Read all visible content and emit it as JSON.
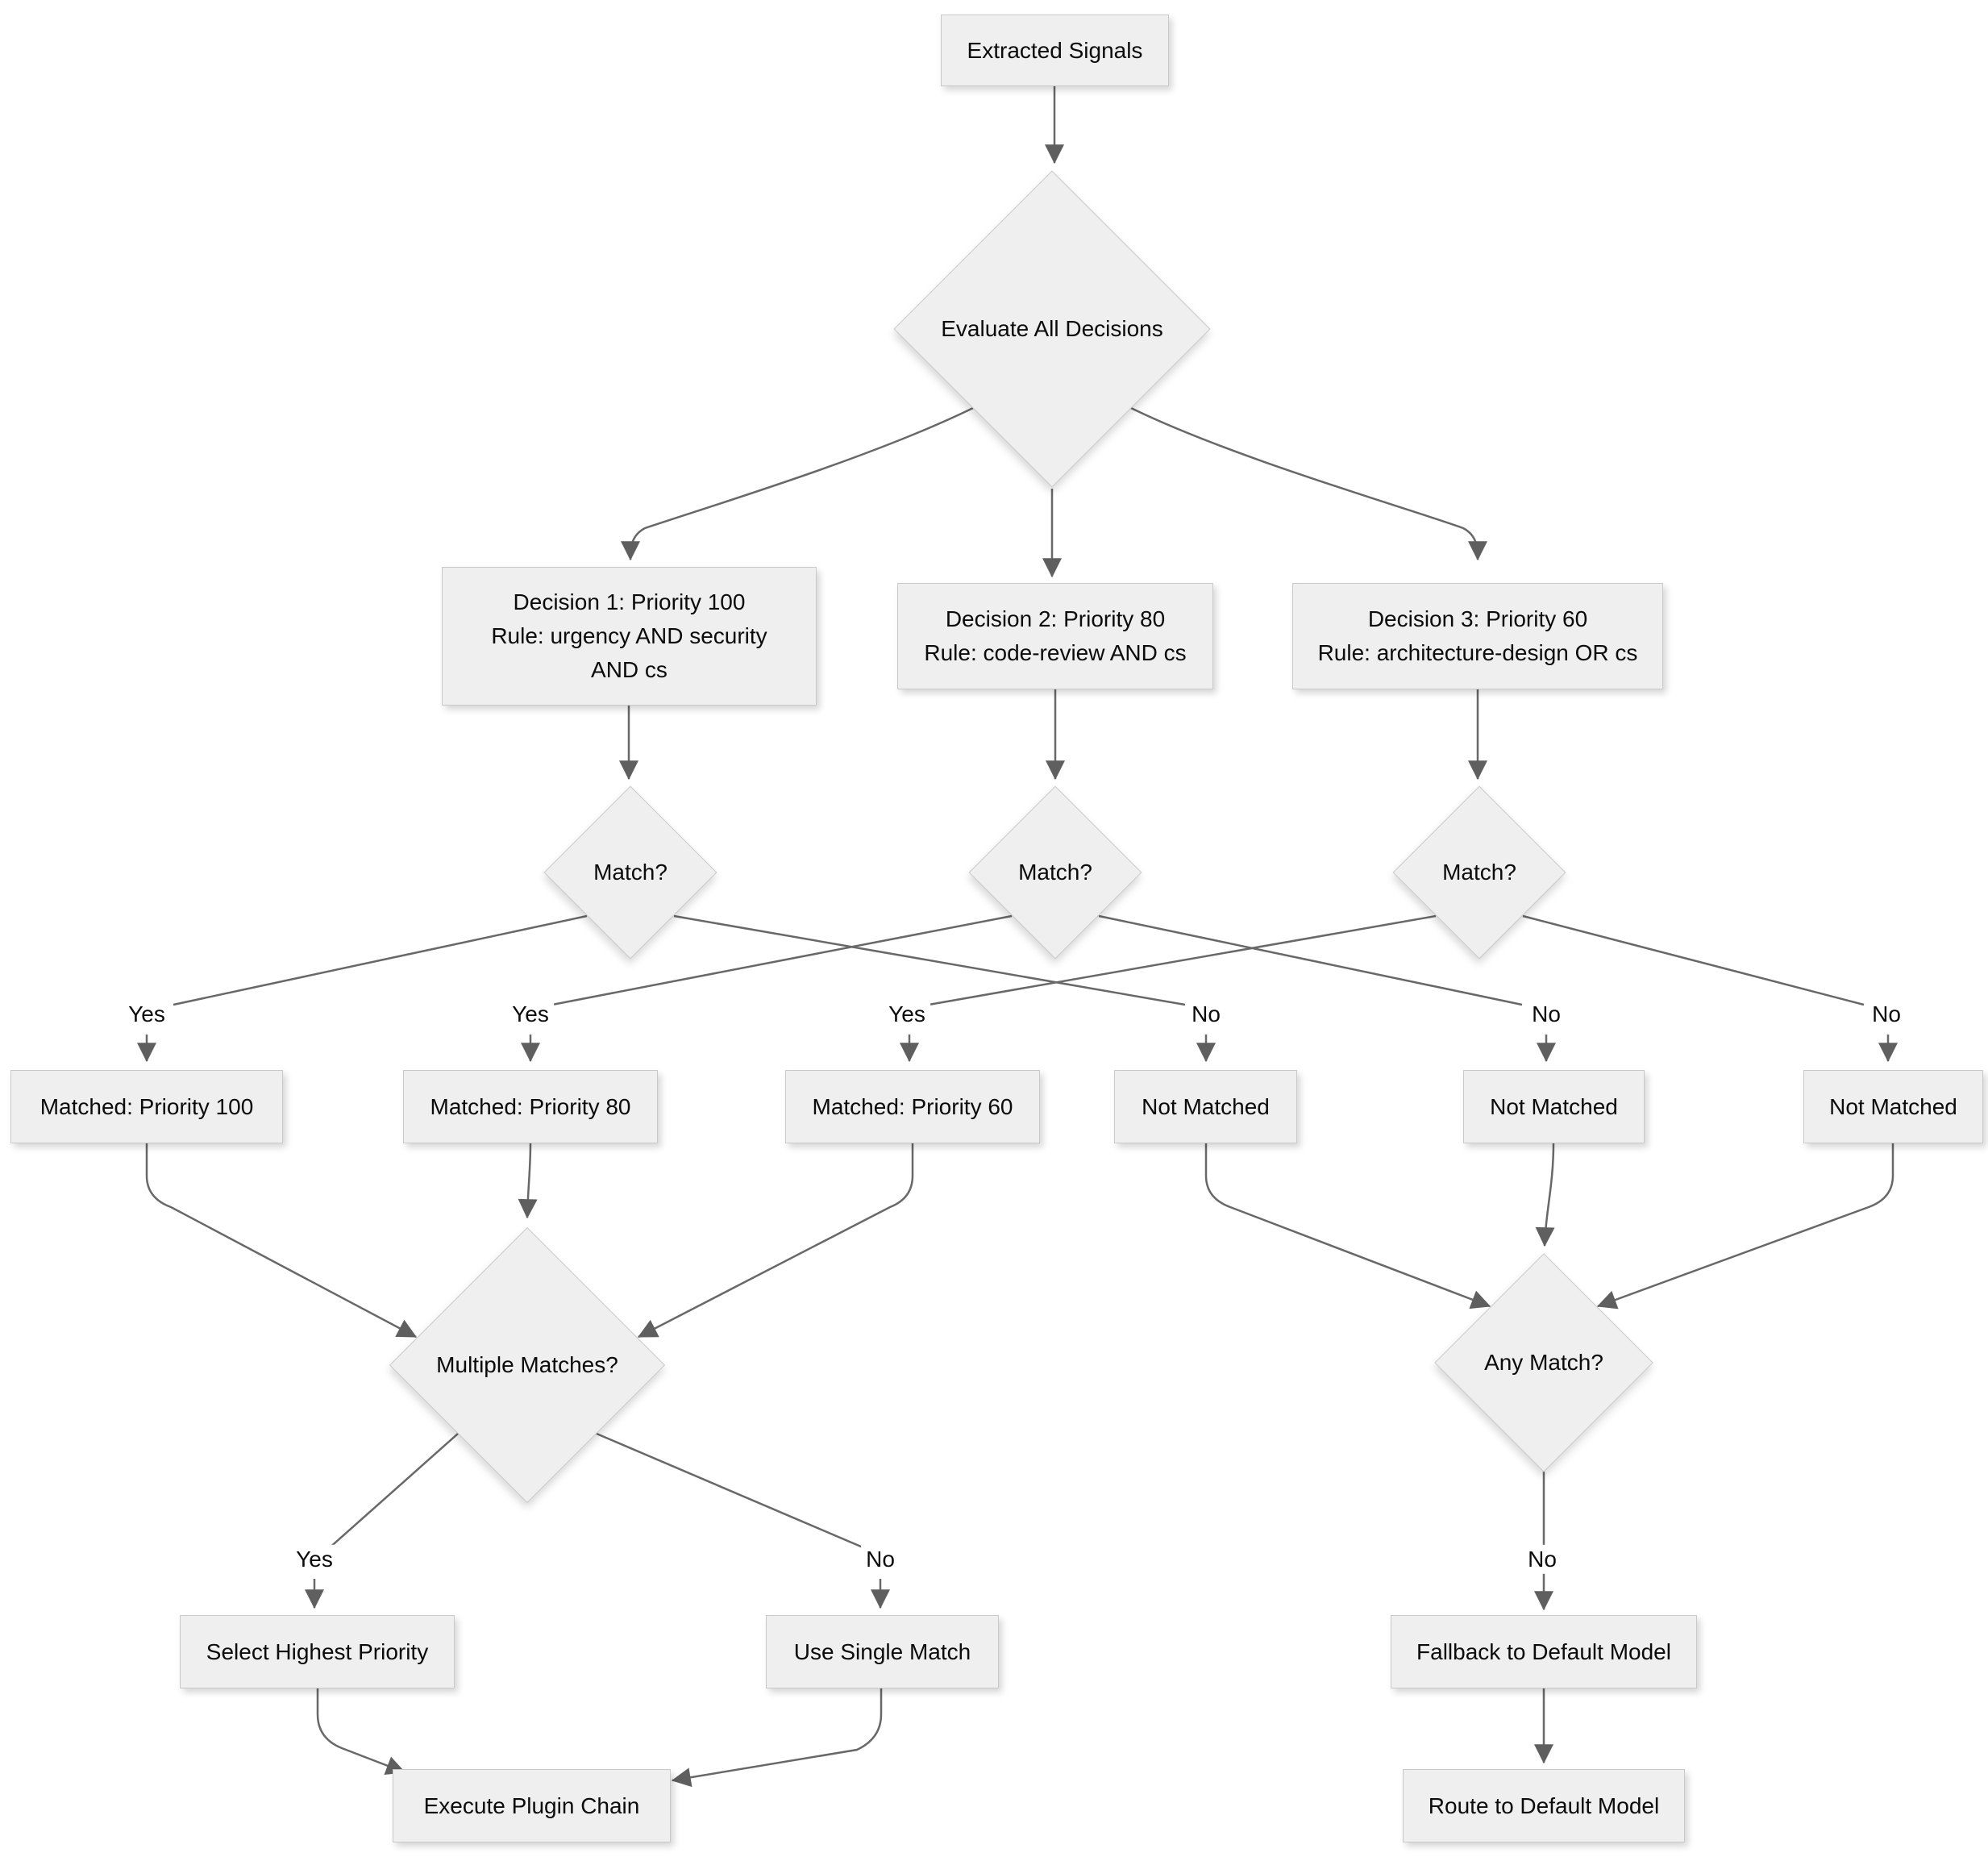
{
  "diagram": {
    "type": "flowchart",
    "nodes": {
      "extracted": {
        "label": "Extracted Signals"
      },
      "evaluate": {
        "label": "Evaluate All Decisions"
      },
      "decision1": {
        "line1": "Decision 1: Priority 100",
        "line2": "Rule: urgency AND security",
        "line3": "AND cs"
      },
      "decision2": {
        "line1": "Decision 2: Priority 80",
        "line2": "Rule: code-review AND cs"
      },
      "decision3": {
        "line1": "Decision 3: Priority 60",
        "line2": "Rule: architecture-design OR cs"
      },
      "match1": {
        "label": "Match?"
      },
      "match2": {
        "label": "Match?"
      },
      "match3": {
        "label": "Match?"
      },
      "matched100": {
        "label": "Matched: Priority 100"
      },
      "matched80": {
        "label": "Matched: Priority 80"
      },
      "matched60": {
        "label": "Matched: Priority 60"
      },
      "notMatched1": {
        "label": "Not Matched"
      },
      "notMatched2": {
        "label": "Not Matched"
      },
      "notMatched3": {
        "label": "Not Matched"
      },
      "multipleMatches": {
        "label": "Multiple Matches?"
      },
      "anyMatch": {
        "label": "Any Match?"
      },
      "selectHighest": {
        "label": "Select Highest Priority"
      },
      "useSingle": {
        "label": "Use Single Match"
      },
      "fallback": {
        "label": "Fallback to Default Model"
      },
      "executeChain": {
        "label": "Execute Plugin Chain"
      },
      "routeDefault": {
        "label": "Route to Default Model"
      }
    },
    "edge_labels": {
      "m1_yes": "Yes",
      "m2_yes": "Yes",
      "m3_yes": "Yes",
      "m1_no": "No",
      "m2_no": "No",
      "m3_no": "No",
      "multi_yes": "Yes",
      "multi_no": "No",
      "any_no": "No"
    },
    "edges": [
      {
        "from": "extracted",
        "to": "evaluate",
        "label": ""
      },
      {
        "from": "evaluate",
        "to": "decision1",
        "label": ""
      },
      {
        "from": "evaluate",
        "to": "decision2",
        "label": ""
      },
      {
        "from": "evaluate",
        "to": "decision3",
        "label": ""
      },
      {
        "from": "decision1",
        "to": "match1",
        "label": ""
      },
      {
        "from": "decision2",
        "to": "match2",
        "label": ""
      },
      {
        "from": "decision3",
        "to": "match3",
        "label": ""
      },
      {
        "from": "match1",
        "to": "matched100",
        "label": "Yes"
      },
      {
        "from": "match1",
        "to": "notMatched1",
        "label": "No"
      },
      {
        "from": "match2",
        "to": "matched80",
        "label": "Yes"
      },
      {
        "from": "match2",
        "to": "notMatched2",
        "label": "No"
      },
      {
        "from": "match3",
        "to": "matched60",
        "label": "Yes"
      },
      {
        "from": "match3",
        "to": "notMatched3",
        "label": "No"
      },
      {
        "from": "matched100",
        "to": "multipleMatches",
        "label": ""
      },
      {
        "from": "matched80",
        "to": "multipleMatches",
        "label": ""
      },
      {
        "from": "matched60",
        "to": "multipleMatches",
        "label": ""
      },
      {
        "from": "notMatched1",
        "to": "anyMatch",
        "label": ""
      },
      {
        "from": "notMatched2",
        "to": "anyMatch",
        "label": ""
      },
      {
        "from": "notMatched3",
        "to": "anyMatch",
        "label": ""
      },
      {
        "from": "multipleMatches",
        "to": "selectHighest",
        "label": "Yes"
      },
      {
        "from": "multipleMatches",
        "to": "useSingle",
        "label": "No"
      },
      {
        "from": "anyMatch",
        "to": "fallback",
        "label": "No"
      },
      {
        "from": "selectHighest",
        "to": "executeChain",
        "label": ""
      },
      {
        "from": "useSingle",
        "to": "executeChain",
        "label": ""
      },
      {
        "from": "fallback",
        "to": "routeDefault",
        "label": ""
      }
    ],
    "colors": {
      "node_fill": "#efefef",
      "node_border": "#c9c9c9",
      "edge": "#686868",
      "arrow": "#5f5f5f",
      "text": "#0b0b0b"
    }
  }
}
